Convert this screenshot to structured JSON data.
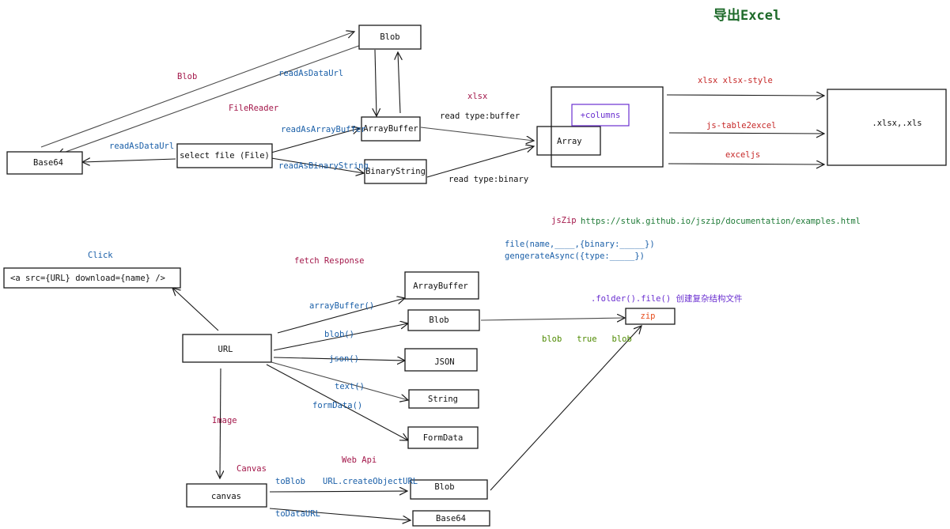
{
  "title": "导出Excel",
  "colors": {
    "title": "#1e6a2a",
    "blue_label": "#1a5fa8",
    "maroon_label": "#a3174a",
    "red_label": "#c62828",
    "green_label": "#1e7a36",
    "olive_label": "#4e8a00",
    "purple": "#6a2fd0",
    "orange": "#e64a19",
    "stroke": "#1a1a1a"
  },
  "boxes": {
    "blob_top": "Blob",
    "arraybuffer_top": "ArrayBuffer",
    "binarystring": "BinaryString",
    "select_file": "select file  (File)",
    "base64_top": "Base64",
    "array": "Array",
    "columns": "+columns",
    "xlsx_output": ".xlsx,.xls",
    "anchor": "<a src={URL} download={name} />",
    "url": "URL",
    "arraybuffer_fetch": "ArrayBuffer",
    "blob_fetch": "Blob",
    "json": "JSON",
    "string": "String",
    "formdata": "FormData",
    "zip": "zip",
    "canvas": "canvas",
    "blob_bottom": "Blob",
    "base64_bottom": "Base64"
  },
  "labels": {
    "blob": "Blob",
    "readAsDataUrl_top": "readAsDataUrl",
    "filereader": "FileReader",
    "readAsDataUrl_left": "readAsDataUrl",
    "readAsArrayBuffer": "readAsArrayBuffer",
    "readAsBinaryString": "readAsBinaryString",
    "xlsx": "xlsx",
    "read_buffer": "read  type:buffer",
    "read_binary": "read type:binary",
    "xlsx_style": "xlsx  xlsx-style",
    "js_table2excel": "js-table2excel",
    "exceljs": "exceljs",
    "jszip": "jsZip",
    "jszip_url": "https://stuk.github.io/jszip/documentation/examples.html",
    "jszip_file": "file(name,____,{binary:_____})",
    "jszip_generate": "gengerateAsync({type:_____})",
    "click": "Click",
    "fetch_response": "fetch Response",
    "arrayBuffer_call": "arrayBuffer()",
    "blob_call": "blob()",
    "json_call": "json()",
    "text_call": "text()",
    "formData_call": "formData()",
    "folder_file": ".folder().file() 创建复杂结构文件",
    "zip_blob_true_blob": "blob   true   blob",
    "image": "Image",
    "canvas_label": "Canvas",
    "web_api": "Web Api",
    "toBlob": "toBlob",
    "createObjectURL": "URL.createObjectURL",
    "toDataURL": "toDataURL"
  }
}
